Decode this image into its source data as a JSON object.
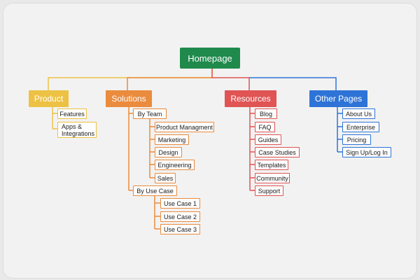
{
  "colors": {
    "root": "#1f8a4c",
    "product": "#edc244",
    "solutions": "#ea8b3d",
    "resources": "#e05454",
    "other_pages": "#2e74d7"
  },
  "root": {
    "label": "Homepage"
  },
  "categories": {
    "product": {
      "label": "Product",
      "items": [
        "Features",
        "Apps & Integrations"
      ]
    },
    "solutions": {
      "label": "Solutions",
      "by_team": {
        "label": "By Team",
        "items": [
          "Product Managment",
          "Marketing",
          "Design",
          "Engineering",
          "Sales"
        ]
      },
      "by_use_case": {
        "label": "By Use Case",
        "items": [
          "Use Case 1",
          "Use Case 2",
          "Use Case 3"
        ]
      }
    },
    "resources": {
      "label": "Resources",
      "items": [
        "Blog",
        "FAQ",
        "Guides",
        "Case Studies",
        "Templates",
        "Community",
        "Support"
      ]
    },
    "other_pages": {
      "label": "Other Pages",
      "items": [
        "About Us",
        "Enterprise",
        "Pricing",
        "Sign Up/Log In"
      ]
    }
  }
}
